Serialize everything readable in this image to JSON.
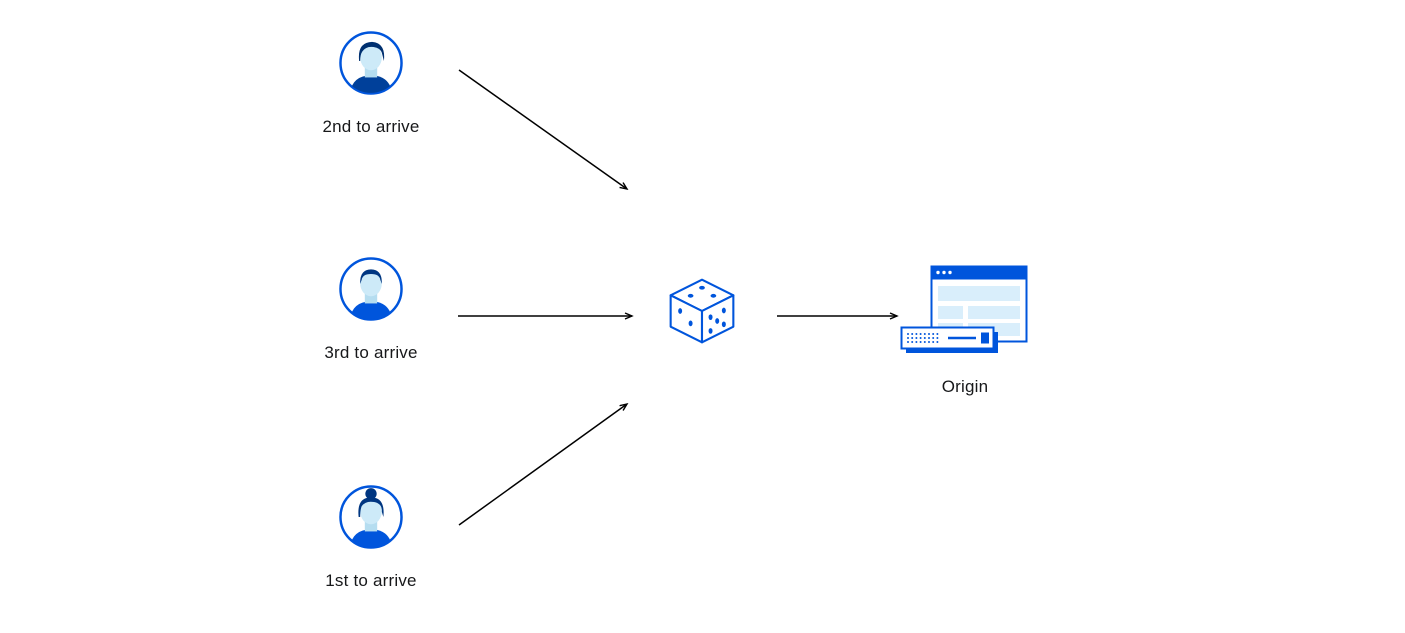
{
  "diagram": {
    "title": "",
    "clients": [
      {
        "id": "client-2nd",
        "label": "2nd to arrive",
        "icon": "person-avatar-male-icon"
      },
      {
        "id": "client-3rd",
        "label": "3rd to arrive",
        "icon": "person-avatar-male-icon"
      },
      {
        "id": "client-1st",
        "label": "1st to arrive",
        "icon": "person-avatar-female-icon"
      }
    ],
    "randomizer": {
      "icon": "dice-icon"
    },
    "origin": {
      "label": "Origin",
      "icon": "origin-server-browser-icon"
    },
    "arrows": [
      {
        "from": "client-2nd",
        "to": "dice"
      },
      {
        "from": "client-3rd",
        "to": "dice"
      },
      {
        "from": "client-1st",
        "to": "dice"
      },
      {
        "from": "dice",
        "to": "origin"
      }
    ]
  },
  "colors": {
    "primary_blue": "#0055dc",
    "dark_navy": "#003681",
    "hair_navy": "#003070",
    "shirt_navy": "#00409a",
    "light_blue_fill": "#d9eefb",
    "skin_light_blue": "#cdeaf8",
    "arrow_black": "#000000",
    "label_text": "#17181a",
    "background": "#ffffff"
  }
}
